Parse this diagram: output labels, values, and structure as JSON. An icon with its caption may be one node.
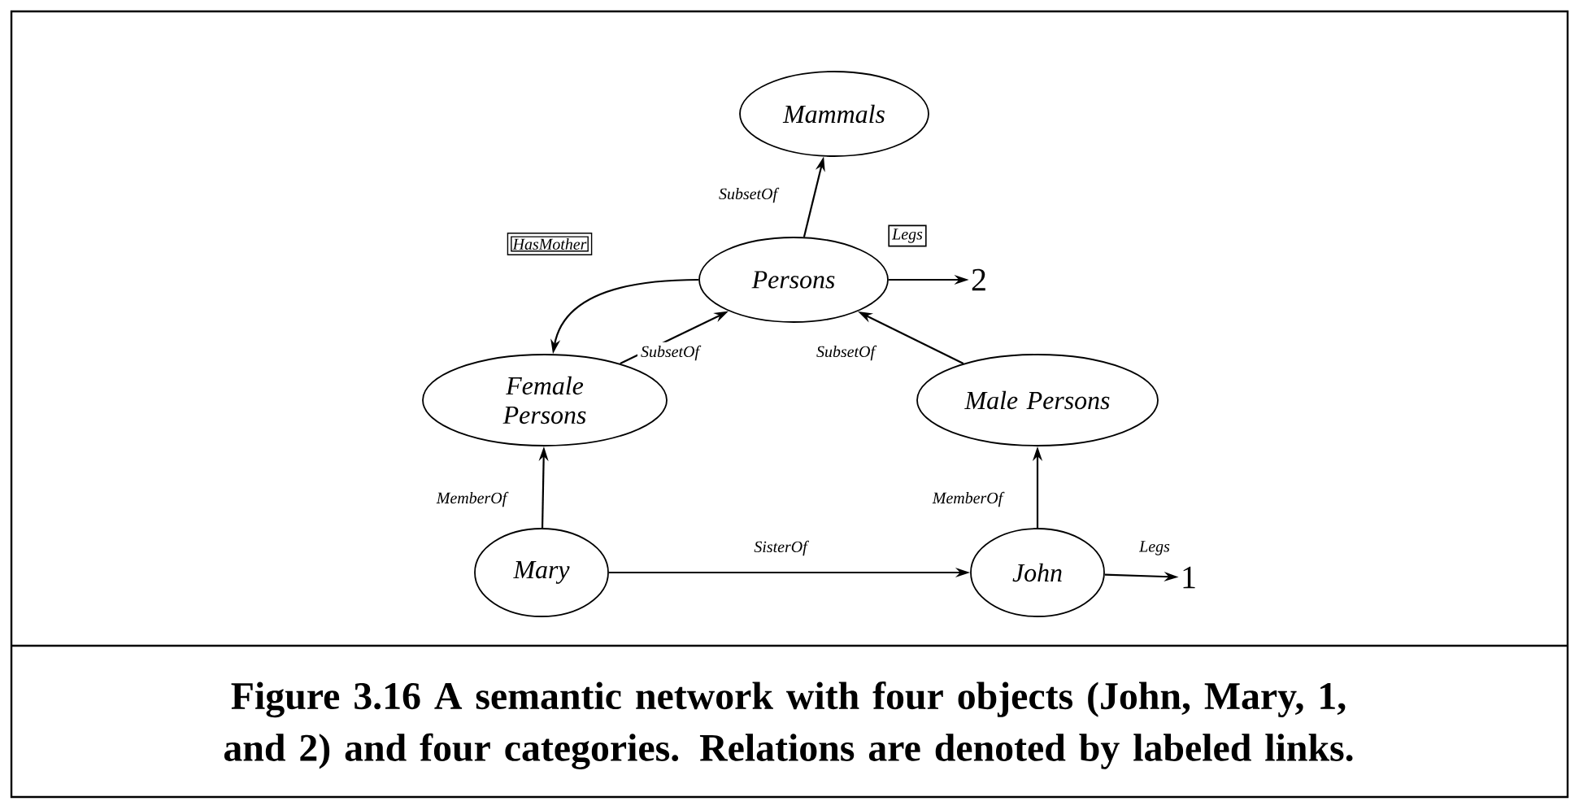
{
  "diagram": {
    "caption": "Figure 3.16 A semantic network with four objects (John, Mary, 1, and 2) and four categories. Relations are denoted by labeled links.",
    "nodes": [
      {
        "text": [
          "Mammals"
        ]
      },
      {
        "text": [
          "Persons"
        ]
      },
      {
        "text": [
          "Female Persons"
        ]
      },
      {
        "text": [
          "Male Persons"
        ]
      },
      {
        "text": [
          "Mary"
        ]
      },
      {
        "text": [
          "John"
        ]
      },
      {
        "text": [
          "2"
        ]
      },
      {
        "text": [
          "1"
        ]
      }
    ],
    "edges": [
      {
        "from": 1,
        "to": 0,
        "arrow": "to",
        "label": "SubsetOf"
      },
      {
        "from": 1,
        "to": 2,
        "arrow": "to",
        "label": "HasMother"
      },
      {
        "from": 1,
        "to": 6,
        "arrow": "to",
        "label": "Legs"
      },
      {
        "from": 2,
        "to": 1,
        "arrow": "to",
        "label": "SubsetOf"
      },
      {
        "from": 3,
        "to": 1,
        "arrow": "to",
        "label": "SubsetOf"
      },
      {
        "from": 4,
        "to": 2,
        "arrow": "to",
        "label": "MemberOf"
      },
      {
        "from": 5,
        "to": 3,
        "arrow": "to",
        "label": "MemberOf"
      },
      {
        "from": 4,
        "to": 5,
        "arrow": "to",
        "label": "SisterOf"
      },
      {
        "from": 5,
        "to": 7,
        "arrow": "to",
        "label": "Legs"
      }
    ]
  }
}
